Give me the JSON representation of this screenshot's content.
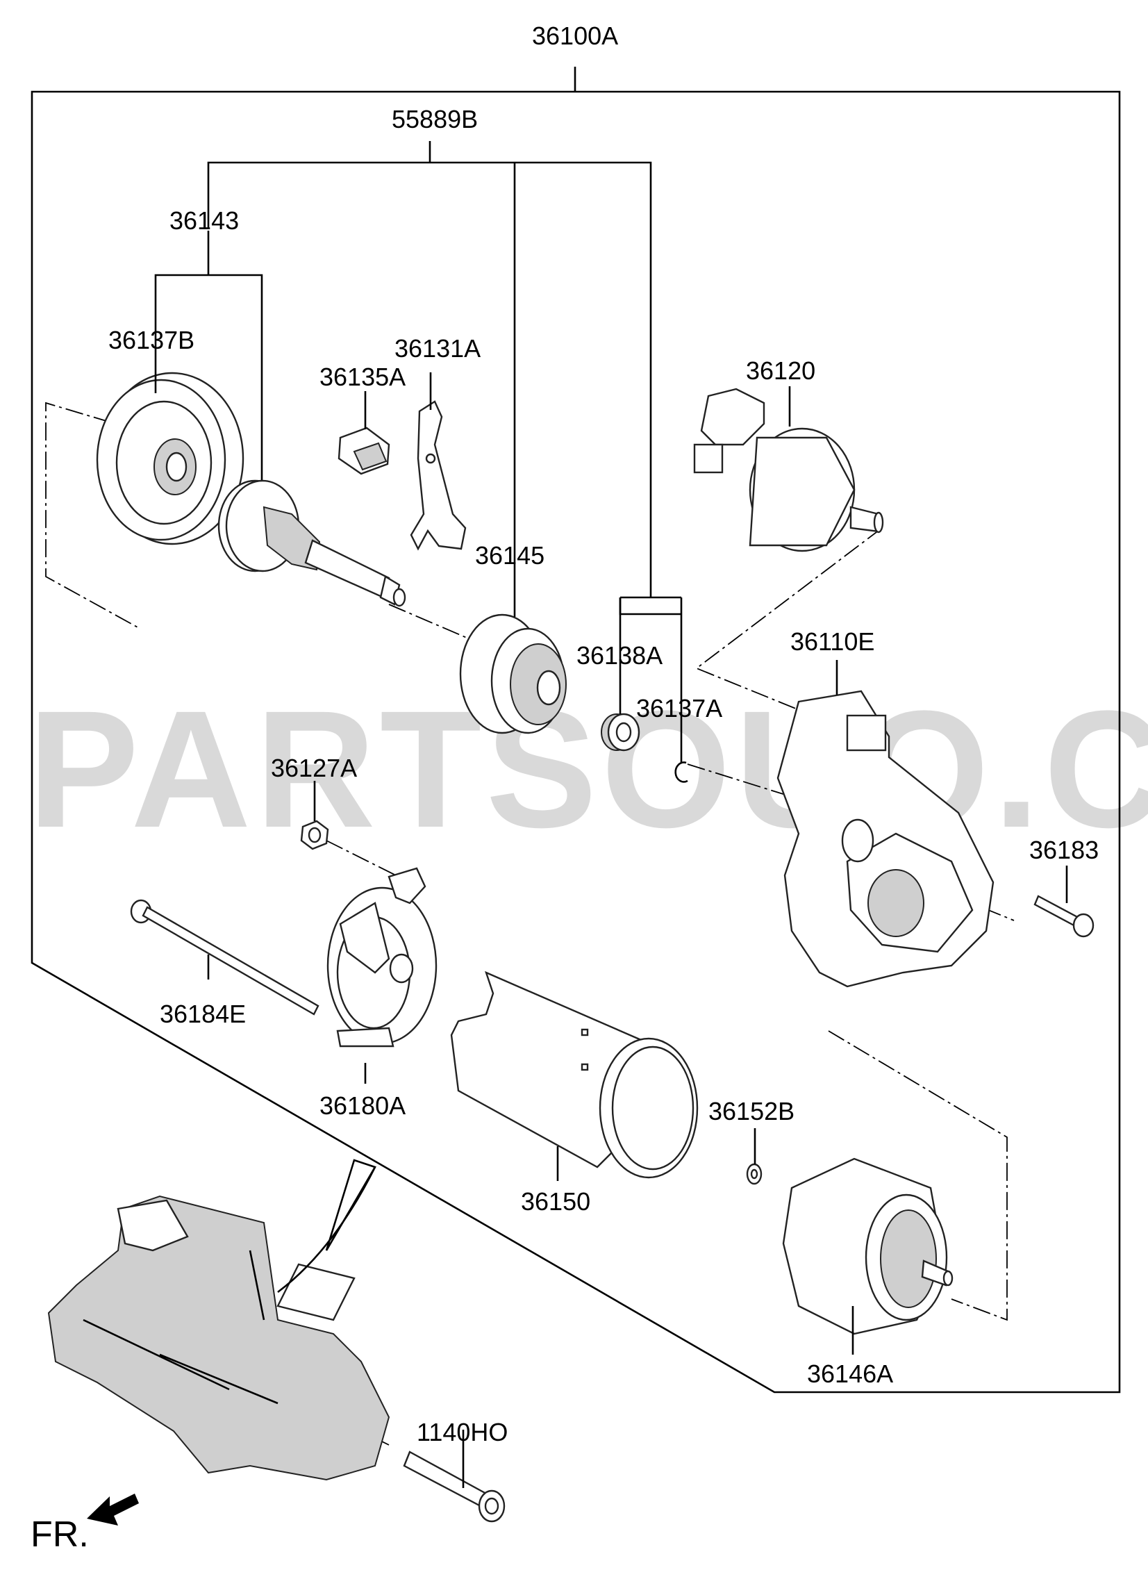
{
  "watermark": "PARTSOUQ.COM",
  "orientation": "FR.",
  "parts": {
    "assembly": "36100A",
    "brush_holder_kit": "55889B",
    "clutch_assy": "36143",
    "yoke_cover": "36137B",
    "holder_brush": "36135A",
    "lever": "36131A",
    "solenoid": "36120",
    "pinion": "36145",
    "bushing": "36138A",
    "stop_ring": "36137A",
    "housing": "36110E",
    "nut": "36127A",
    "screw": "36183",
    "through_bolt": "36184E",
    "brush_holder": "36180A",
    "yoke": "36150",
    "washer": "36152B",
    "armature": "36146A",
    "mount_bolt": "1140HO"
  }
}
